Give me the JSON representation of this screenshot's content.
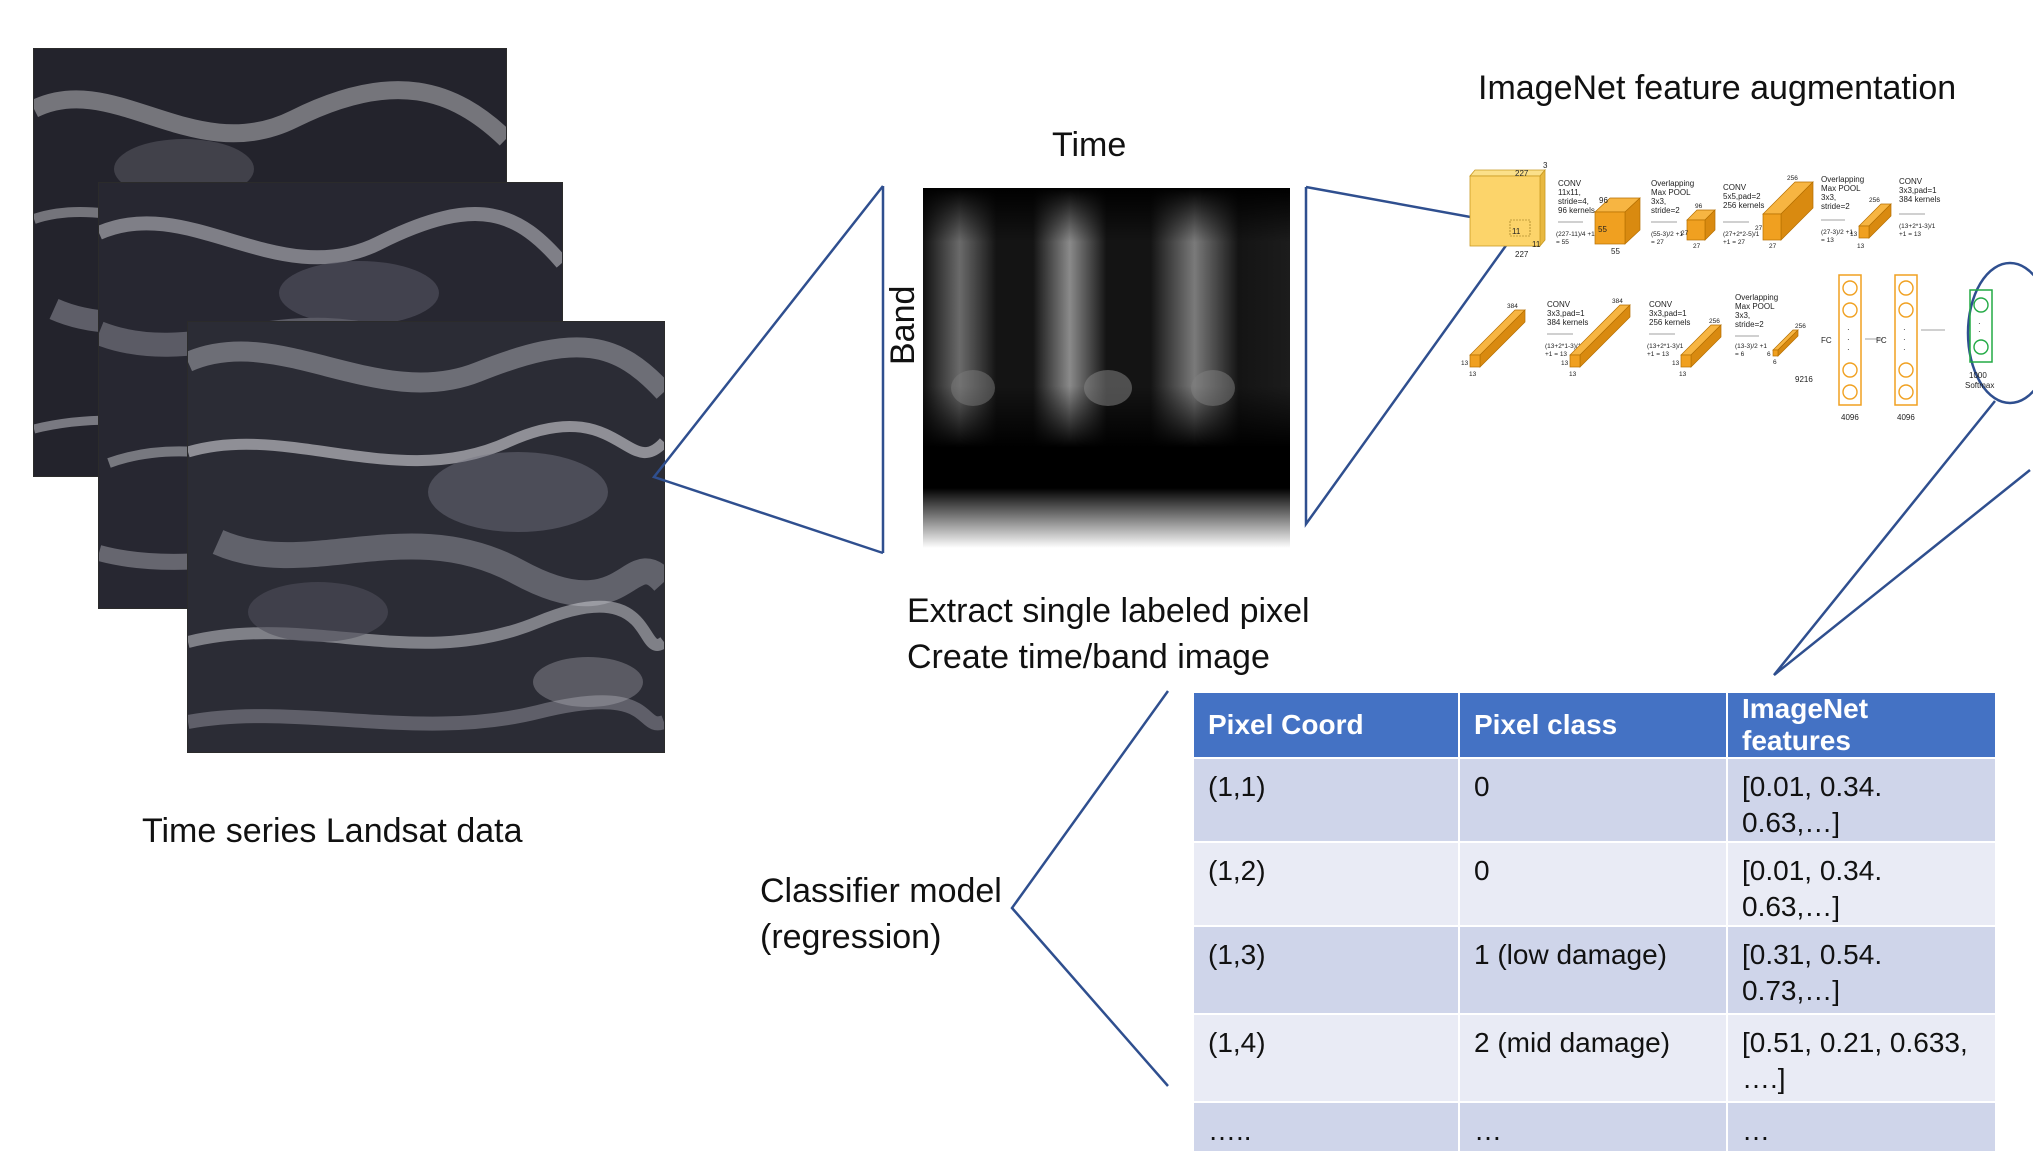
{
  "captions": {
    "landsat": "Time series Landsat data",
    "time_axis": "Time",
    "band_axis": "Band",
    "extract_line1": "Extract single labeled pixel",
    "extract_line2": "Create time/band image",
    "imagenet_title": "ImageNet feature augmentation",
    "classifier_line1": "Classifier model",
    "classifier_line2": "(regression)"
  },
  "cnn": {
    "dim_227_top": "227",
    "dim_3": "3",
    "dim_227_side": "227",
    "dim_11a": "11",
    "dim_11b": "11",
    "conv1": [
      "CONV",
      "11x11,",
      "stride=4,",
      "96 kernels"
    ],
    "conv1_calc": [
      "(227-11)/4 +1",
      "= 55"
    ],
    "dim_96": "96",
    "dim_55a": "55",
    "dim_55b": "55",
    "pool1": [
      "Overlapping",
      "Max POOL",
      "3x3,",
      "stride=2"
    ],
    "pool1_calc": [
      "(55-3)/2 +1",
      "= 27"
    ],
    "dim_96b": "96",
    "dim_27a": "27",
    "dim_27b": "27",
    "conv2": [
      "CONV",
      "5x5,pad=2",
      "256 kernels"
    ],
    "conv2_calc": [
      "(27+2*2-5)/1",
      "+1 = 27"
    ],
    "dim_256a": "256",
    "dim_27c": "27",
    "dim_27d": "27",
    "pool2": [
      "Overlapping",
      "Max POOL",
      "3x3,",
      "stride=2"
    ],
    "pool2_calc": [
      "(27-3)/2 +1",
      "= 13"
    ],
    "dim_256b": "256",
    "dim_13a": "13",
    "dim_13b": "13",
    "conv3": [
      "CONV",
      "3x3,pad=1",
      "384 kernels"
    ],
    "conv3_calc": [
      "(13+2*1-3)/1",
      "+1 = 13"
    ],
    "dim_384a": "384",
    "dim_13c": "13",
    "dim_13d": "13",
    "conv4": [
      "CONV",
      "3x3,pad=1",
      "384 kernels"
    ],
    "conv4_calc": [
      "(13+2*1-3)/1",
      "+1 = 13"
    ],
    "dim_384b": "384",
    "dim_13e": "13",
    "dim_13f": "13",
    "conv5": [
      "CONV",
      "3x3,pad=1",
      "256 kernels"
    ],
    "conv5_calc": [
      "(13+2*1-3)/1",
      "+1 = 13"
    ],
    "dim_256c": "256",
    "dim_13g": "13",
    "dim_13h": "13",
    "pool3": [
      "Overlapping",
      "Max POOL",
      "3x3,",
      "stride=2"
    ],
    "pool3_calc": [
      "(13-3)/2 +1",
      "= 6"
    ],
    "dim_256d": "256",
    "dim_6a": "6",
    "dim_6b": "6",
    "dim_9216": "9216",
    "fc1": "FC",
    "fc2": "FC",
    "dim_4096a": "4096",
    "dim_4096b": "4096",
    "softmax": [
      "1000",
      "Softmax"
    ]
  },
  "table": {
    "headers": [
      "Pixel Coord",
      "Pixel class",
      "ImageNet features"
    ],
    "rows": [
      [
        "(1,1)",
        "0",
        "[0.01, 0.34. 0.63,…]"
      ],
      [
        "(1,2)",
        "0",
        "[0.01, 0.34. 0.63,…]"
      ],
      [
        "(1,3)",
        "1 (low damage)",
        "[0.31, 0.54. 0.73,…]"
      ],
      [
        "(1,4)",
        "2 (mid damage)",
        "[0.51, 0.21, 0.633, ….]"
      ],
      [
        "…..",
        "…",
        "…"
      ]
    ]
  },
  "colors": {
    "outline": "#2f4f8f",
    "table_header": "#4472c4",
    "table_row_dark": "#cfd5ea",
    "table_row_light": "#e9ebf5",
    "cnn_orange": "#f0a020",
    "cnn_input": "#fcd46a",
    "softmax_green": "#22aa44"
  }
}
